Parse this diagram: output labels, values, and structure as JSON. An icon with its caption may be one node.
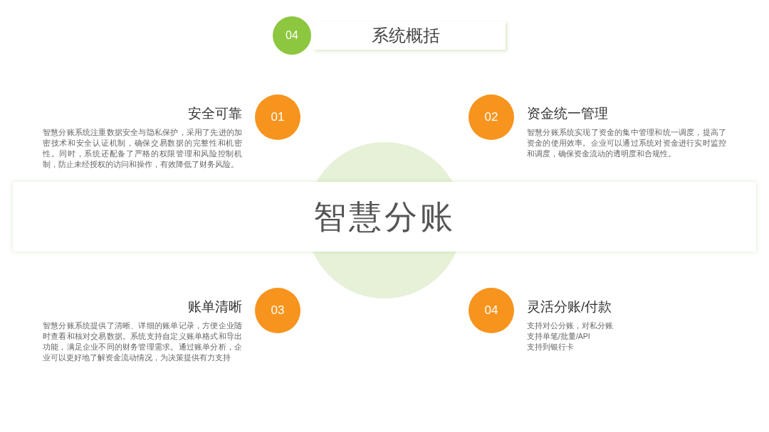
{
  "diagram": {
    "title": "系统概括",
    "nodes": [
      {
        "text": [
          "04"
        ]
      },
      {
        "text": [
          "智慧分账"
        ]
      },
      {
        "text": [
          "01"
        ],
        "beside": [
          "安全可靠",
          "智慧分账系统注重数据安全与隐私保护，采用了先进的加密技术和安全认证机制，确保交易数据的完整性和机密性。同时，系统还配备了严格的权限管理和风险控制机制，防止未经授权的访问和操作，有效降低了财务风险。"
        ]
      },
      {
        "text": [
          "02"
        ],
        "beside": [
          "资金统一管理",
          "智慧分账系统实现了资金的集中管理和统一调度，提高了资金的使用效率。企业可以通过系统对资金进行实时监控和调度，确保资金流动的透明度和合规性。"
        ]
      },
      {
        "text": [
          "03"
        ],
        "beside": [
          "账单清晰",
          "智慧分账系统提供了清晰、详细的账单记录，方便企业随时查看和核对交易数据。系统支持自定义账单格式和导出功能，满足企业不同的财务管理需求。通过账单分析，企业可以更好地了解资金流动情况，为决策提供有力支持"
        ]
      },
      {
        "text": [
          "04"
        ],
        "beside": [
          "灵活分账/付款",
          "支持对公分账，对私分账",
          "支持单笔/批量/API",
          "支持到银行卡"
        ]
      }
    ]
  }
}
